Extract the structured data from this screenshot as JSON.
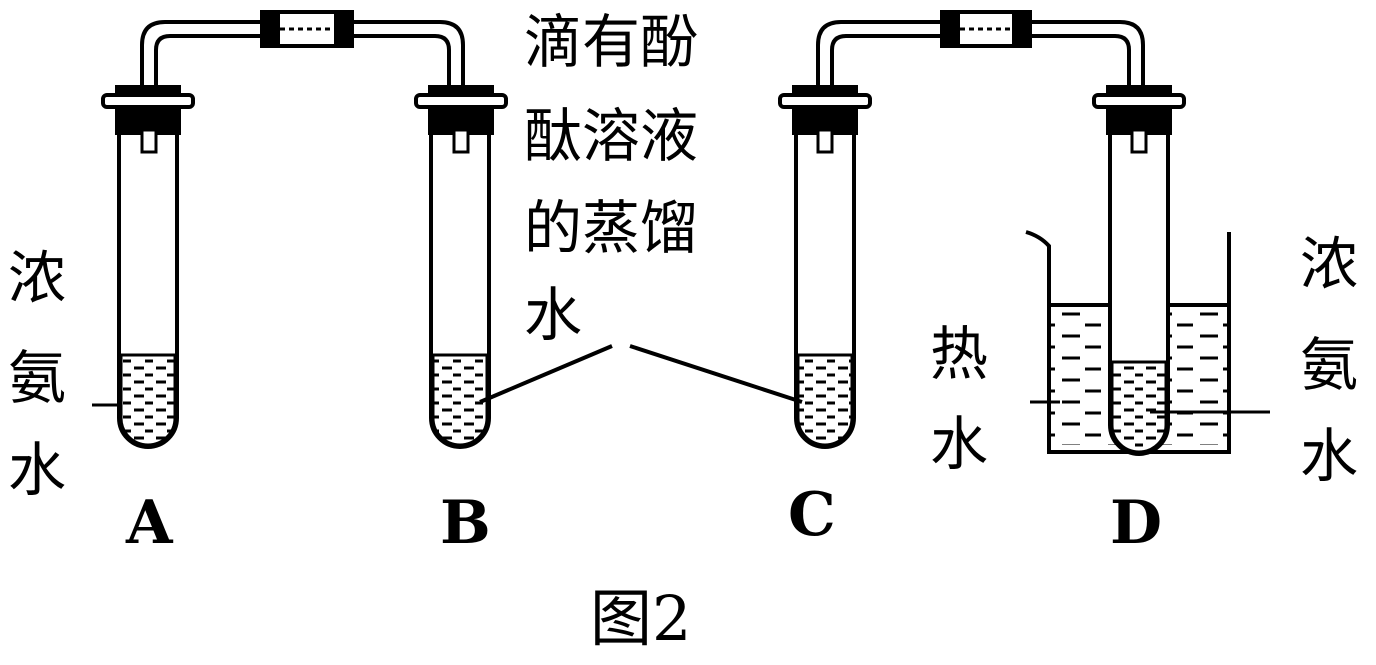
{
  "figure": {
    "caption": "图2",
    "labels": {
      "left_liquid": [
        "浓",
        "氨",
        "水"
      ],
      "indicator_liquid": [
        "滴有酚",
        "酞溶液",
        "的蒸馏",
        "水"
      ],
      "hot_water": [
        "热",
        "水"
      ],
      "right_liquid": [
        "浓",
        "氨",
        "水"
      ],
      "tube_a": "A",
      "tube_b": "B",
      "tube_c": "C",
      "tube_d": "D"
    }
  }
}
